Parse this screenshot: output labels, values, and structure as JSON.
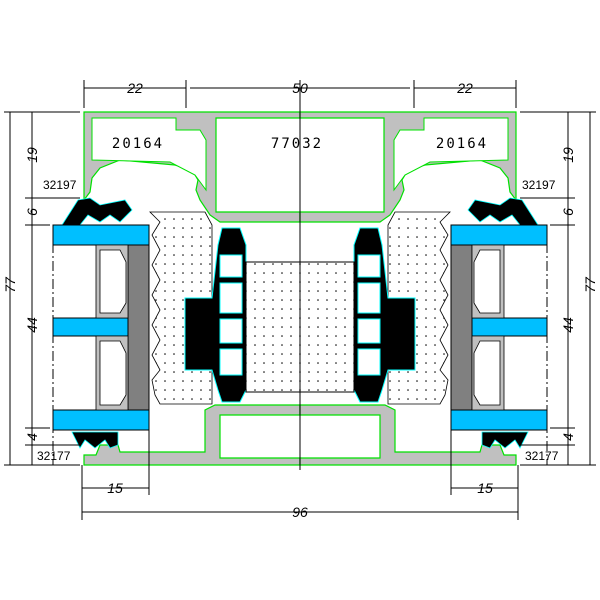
{
  "drawing": {
    "profile_codes": {
      "left_sash": "20164",
      "center": "77032",
      "right_sash": "20164"
    },
    "gasket_top_code_left": "32197",
    "gasket_top_code_right": "32197",
    "gasket_bottom_code_left": "32177",
    "gasket_bottom_code_right": "32177",
    "dimensions": {
      "top_left": "22",
      "top_center": "50",
      "top_right": "22",
      "left_19": "19",
      "left_6": "6",
      "left_77": "77",
      "left_44": "44",
      "left_4": "4",
      "right_19": "19",
      "right_6": "6",
      "right_77": "77",
      "right_44": "44",
      "right_4": "4",
      "bottom_left_15": "15",
      "bottom_right_15": "15",
      "overall_width": "96"
    },
    "colors": {
      "aluminium": "#c0c0c0",
      "outline": "#00e000",
      "glass": "#00bfff",
      "gasket": "#000000",
      "spacer": "#808080"
    }
  }
}
